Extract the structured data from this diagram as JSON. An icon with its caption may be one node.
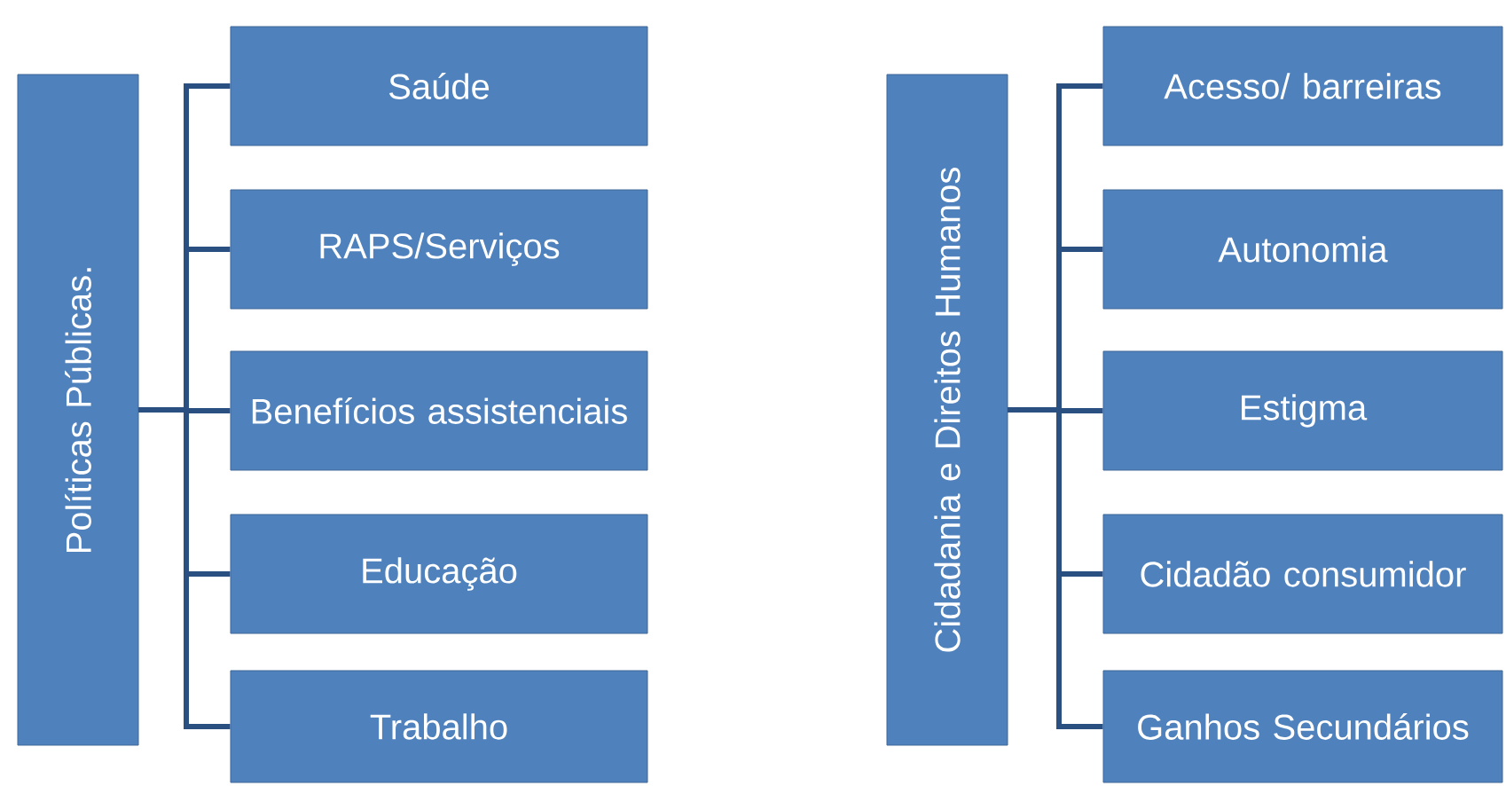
{
  "diagram": {
    "nodes": [
      {
        "text": [
          "Políticas Públicas."
        ]
      },
      {
        "text": [
          "Saúde"
        ]
      },
      {
        "text": [
          "RAPS/Serviços"
        ]
      },
      {
        "text": [
          "Benefícios assistenciais"
        ]
      },
      {
        "text": [
          "Educação"
        ]
      },
      {
        "text": [
          "Trabalho"
        ]
      },
      {
        "text": [
          "Cidadania e Direitos Humanos"
        ]
      },
      {
        "text": [
          "Acesso/ barreiras"
        ]
      },
      {
        "text": [
          "Autonomia"
        ]
      },
      {
        "text": [
          "Estigma"
        ]
      },
      {
        "text": [
          "Cidadão consumidor"
        ]
      },
      {
        "text": [
          "Ganhos Secundários"
        ]
      }
    ],
    "edges": [
      {
        "from": 0,
        "to": 1,
        "arrow": "none"
      },
      {
        "from": 0,
        "to": 2,
        "arrow": "none"
      },
      {
        "from": 0,
        "to": 3,
        "arrow": "none"
      },
      {
        "from": 0,
        "to": 4,
        "arrow": "none"
      },
      {
        "from": 0,
        "to": 5,
        "arrow": "none"
      },
      {
        "from": 6,
        "to": 7,
        "arrow": "none"
      },
      {
        "from": 6,
        "to": 8,
        "arrow": "none"
      },
      {
        "from": 6,
        "to": 9,
        "arrow": "none"
      },
      {
        "from": 6,
        "to": 10,
        "arrow": "none"
      },
      {
        "from": 6,
        "to": 11,
        "arrow": "none"
      }
    ]
  }
}
